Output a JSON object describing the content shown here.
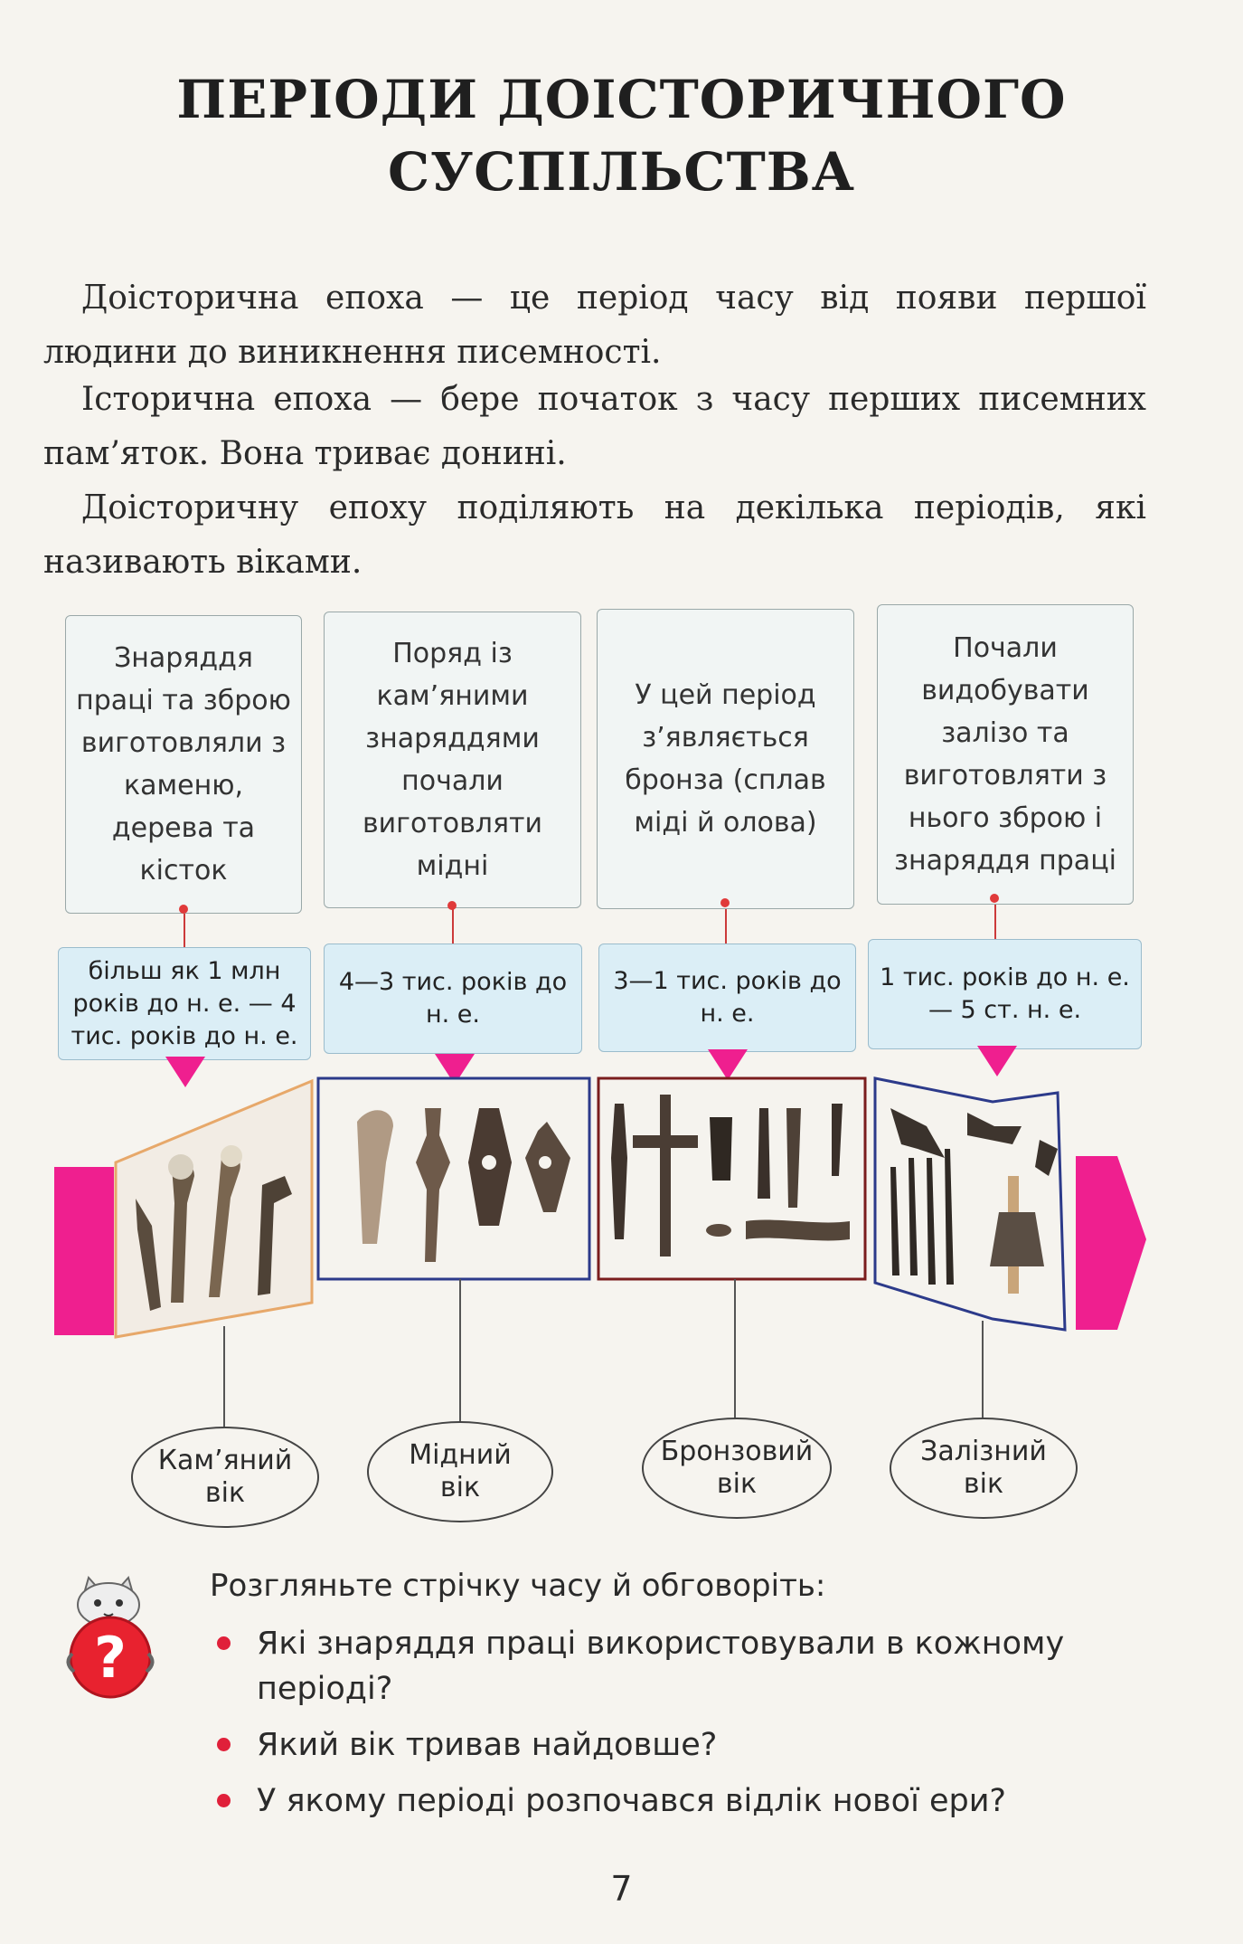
{
  "title_line1": "ПЕРІОДИ ДОІСТОРИЧНОГО",
  "title_line2": "СУСПІЛЬСТВА",
  "para1": "Доісторична епоха — це період часу від появи першої людини до виникнення писемності.",
  "para2": "Історична епоха — бере початок з часу перших писемних пам’яток. Вона триває донині.",
  "para3": "Доісторичну епоху поділяють на декілька періодів, які називають віками.",
  "periods": [
    {
      "description": "Знаряддя праці та зброю виготовляли з каменю, дерева та кісток",
      "date": "більш як 1 млн років до н. е. — 4 тис. років до н. е.",
      "name": "Кам’яний вік"
    },
    {
      "description": "Поряд із кам’яними знаряддями почали виготовляти мідні",
      "date": "4—3 тис. років до н. е.",
      "name": "Мідний вік"
    },
    {
      "description": "У цей період з’являється бронза (сплав міді й олова)",
      "date": "3—1 тис. років до н. е.",
      "name": "Бронзовий вік"
    },
    {
      "description": "Почали видобувати залізо та виготовляти з нього зброю і знаряддя праці",
      "date": "1 тис. років до н. е. — 5 ст. н. е.",
      "name": "Залізний вік"
    }
  ],
  "question_intro": "Розгляньте стрічку часу й обговоріть:",
  "questions": [
    "Які знаряддя праці використовували в кожному періоді?",
    "Який вік тривав найдовше?",
    "У якому періоді розпочався відлік нової ери?"
  ],
  "page_number": "7",
  "colors": {
    "accent": "#ef1f8f",
    "date_bg": "#dbeef6",
    "bullet": "#e0203a"
  },
  "icons": [
    "cat-question-icon",
    "stone-tools-icon",
    "copper-tools-icon",
    "bronze-tools-icon",
    "iron-tools-icon"
  ]
}
